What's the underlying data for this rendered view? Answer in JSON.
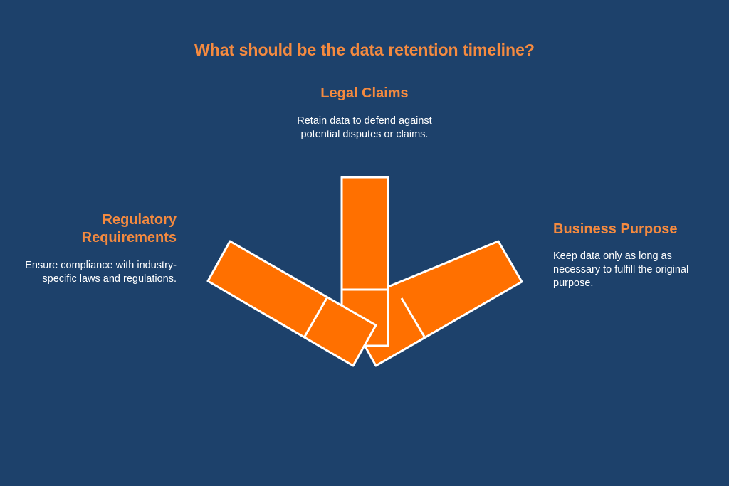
{
  "title": "What should be the data retention timeline?",
  "items": [
    {
      "heading": "Legal Claims",
      "description": "Retain data to defend against potential disputes or claims."
    },
    {
      "heading": "Regulatory Requirements",
      "description": "Ensure compliance with industry-specific laws and regulations."
    },
    {
      "heading": "Business Purpose",
      "description": "Keep data only as long as necessary to fulfill the original purpose."
    }
  ],
  "colors": {
    "background": "#1d416b",
    "accent": "#ff7000",
    "heading": "#f58a3f",
    "text": "#ffffff"
  }
}
